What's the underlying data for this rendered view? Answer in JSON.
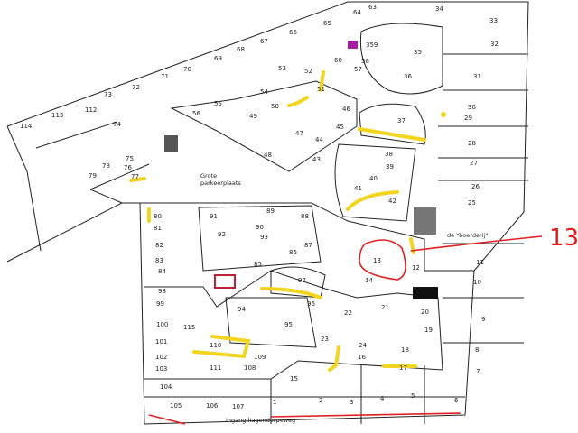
{
  "map": {
    "plot_numbers": [
      "114",
      "113",
      "112",
      "73",
      "72",
      "71",
      "70",
      "69",
      "68",
      "67",
      "66",
      "65",
      "64",
      "63",
      "34",
      "33",
      "32",
      "31",
      "30",
      "29",
      "28",
      "27",
      "26",
      "25",
      "74",
      "56",
      "55",
      "54",
      "53",
      "52",
      "51",
      "50",
      "49",
      "48",
      "47",
      "46",
      "45",
      "44",
      "43",
      "60",
      "58",
      "57",
      "359",
      "35",
      "36",
      "37",
      "38",
      "39",
      "40",
      "41",
      "42",
      "79",
      "78",
      "75",
      "76",
      "77",
      "80",
      "81",
      "82",
      "83",
      "84",
      "91",
      "90",
      "89",
      "88",
      "92",
      "93",
      "87",
      "86",
      "85",
      "97",
      "96",
      "94",
      "95",
      "98",
      "99",
      "100",
      "115",
      "101",
      "102",
      "103",
      "104",
      "105",
      "106",
      "107",
      "108",
      "109",
      "110",
      "111",
      "15",
      "1",
      "2",
      "3",
      "22",
      "23",
      "24",
      "16",
      "21",
      "20",
      "19",
      "18",
      "17",
      "4",
      "5",
      "6",
      "7",
      "8",
      "9",
      "10",
      "11",
      "12",
      "13",
      "14"
    ],
    "parking_label_line1": "Grote",
    "parking_label_line2": "parkeerplaats",
    "farm_label": "de \"boerderij\"",
    "entrance_label": "Ingang hagendorpeweg",
    "annotation": "13",
    "colors": {
      "path_highlight": "#f2d520",
      "annotation": "#e02020",
      "outline": "#222222"
    }
  }
}
